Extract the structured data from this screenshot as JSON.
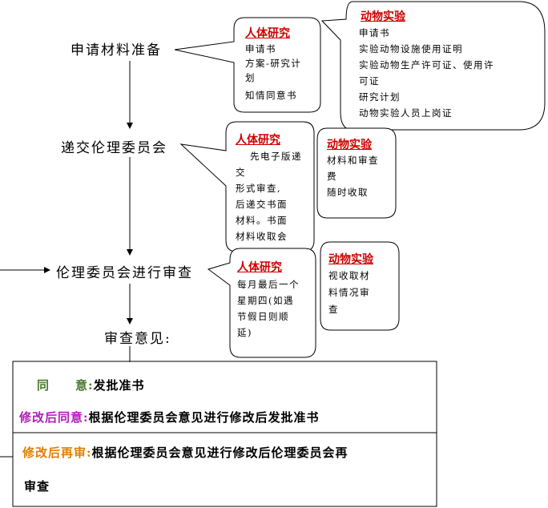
{
  "steps": {
    "prepare": "申请材料准备",
    "submit": "递交伦理委员会",
    "review": "伦理委员会进行审查",
    "opinion": "审查意见:"
  },
  "bubbles": {
    "human_materials": {
      "title": "人体研究",
      "lines": [
        "申请书",
        "方案-研究计",
        "划",
        "知情同意书"
      ]
    },
    "animal_materials": {
      "title": "动物实验",
      "lines": [
        "申请书",
        "实验动物设施使用证明",
        "实验动物生产许可证、使用许",
        "可证",
        "研究计划",
        "动物实验人员上岗证"
      ]
    },
    "human_submit": {
      "title": "人体研究",
      "lines": [
        "先电子版递",
        "交",
        "形式审查,",
        "后递交书面",
        "材料。书面",
        "材料收取会"
      ]
    },
    "animal_submit": {
      "title": "动物实验",
      "lines": [
        "材料和审查",
        "费",
        "随时收取"
      ]
    },
    "human_review": {
      "title": "人体研究",
      "lines": [
        "每月最后一个",
        "星期四(如遇",
        "节假日则顺",
        "延)"
      ]
    },
    "animal_review": {
      "title": "动物实验",
      "lines": [
        "视收取材",
        "料情况审",
        "查"
      ]
    }
  },
  "results": {
    "agree_label": "同　　意:",
    "agree_text": "发批准书",
    "modify_agree_label": "修改后同意:",
    "modify_agree_text": "根据伦理委员会意见进行修改后发批准书",
    "modify_rereview_label": "修改后再审:",
    "modify_rereview_text_1": "根据伦理委员会意见进行修改后伦理委员会再",
    "modify_rereview_text_2": "审查"
  },
  "colors": {
    "bubble_title": "#cc0000",
    "agree": "#4a7a2e",
    "modify_agree": "#b01fb8",
    "modify_rereview": "#e08000"
  }
}
